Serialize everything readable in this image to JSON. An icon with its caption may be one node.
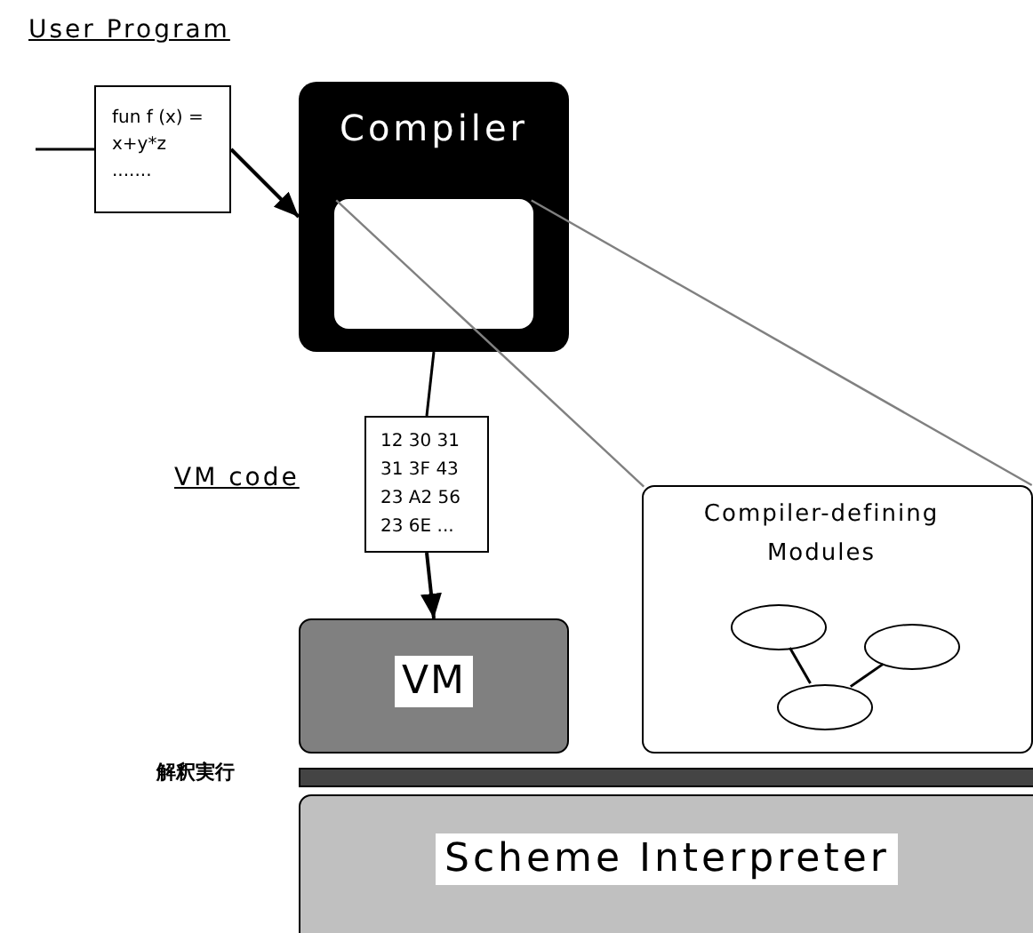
{
  "diagram": {
    "nodes": [
      {
        "text": [
          "fun f (x) = x+y*z ......."
        ]
      },
      {
        "text": [
          "Compiler"
        ]
      },
      {
        "text": [],
        "shape": "box",
        "in": 1
      },
      {
        "text": [
          "12 30 31 31 3F 43 23 A2 56 23 6E ..."
        ]
      },
      {
        "text": [
          "VM"
        ]
      },
      {
        "text": [
          "Compiler-defining Modules"
        ]
      },
      {
        "text": [],
        "shape": "ellipse",
        "in": 5
      },
      {
        "text": [],
        "shape": "ellipse",
        "in": 5
      },
      {
        "text": [],
        "shape": "ellipse",
        "in": 5
      },
      {
        "text": [],
        "shape": "bar",
        "beside": [
          "解釈実行"
        ]
      },
      {
        "text": [
          "Scheme Interpreter"
        ]
      }
    ],
    "edges": [
      {
        "from": null,
        "to": 0,
        "arrow": "none"
      },
      {
        "from": 0,
        "to": 1,
        "arrow": "to"
      },
      {
        "from": 1,
        "to": 3,
        "arrow": "none"
      },
      {
        "from": 3,
        "to": 4,
        "arrow": "to"
      },
      {
        "from": 2,
        "to": 5,
        "arrow": "none",
        "color": "#808080"
      },
      {
        "from": 2,
        "to": 5,
        "arrow": "none",
        "color": "#808080"
      },
      {
        "from": 6,
        "to": 8,
        "arrow": "none"
      },
      {
        "from": 7,
        "to": 8,
        "arrow": "none"
      }
    ],
    "labels": [
      "User Program",
      "VM code"
    ]
  }
}
